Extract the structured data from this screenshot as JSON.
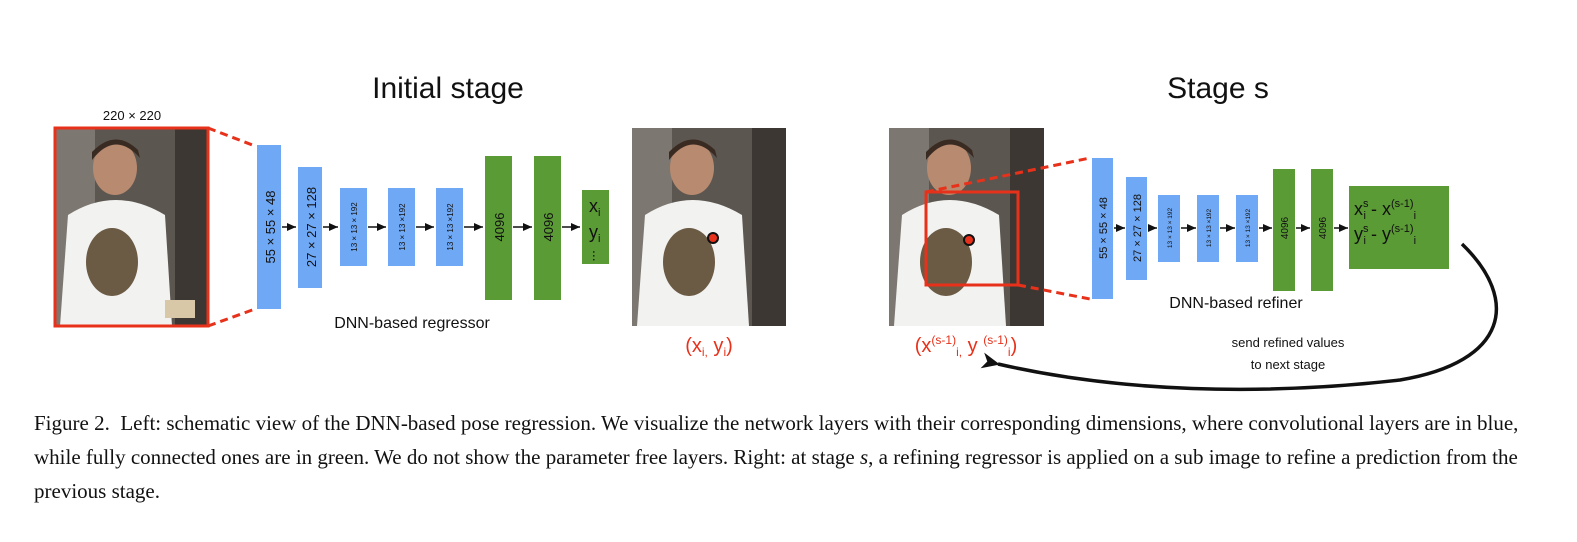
{
  "left": {
    "title": "Initial stage",
    "input_size": "220 × 220",
    "layers": [
      "55 × 55 × 48",
      "27 × 27 × 128",
      "13 × 13 × 192",
      "13 × 13 ×192",
      "13 × 13 ×192",
      "4096",
      "4096"
    ],
    "output_x": "x",
    "output_x_sub": "i",
    "output_y": "y",
    "output_y_sub": "i",
    "output_more": "...",
    "network_label": "DNN-based regressor",
    "prediction_label": "(x",
    "prediction_label_sub": "i,",
    "prediction_label_y": " y",
    "prediction_label_y_sub": "i",
    "prediction_label_end": ")"
  },
  "right": {
    "title": "Stage s",
    "layers": [
      "55 × 55 × 48",
      "27 × 27 × 128",
      "13 × 13 × 192",
      "13 × 13 ×192",
      "13 × 13 ×192",
      "4096",
      "4096"
    ],
    "network_label": "DNN-based refiner",
    "out_line1_a": "x",
    "out_line1_sup": "s",
    "out_line1_sub": "i",
    "out_line1_b": " - x",
    "out_line1_sup2": "(s-1)",
    "out_line1_sub2": "i",
    "out_line2_a": "y",
    "out_line2_sup": "s",
    "out_line2_sub": "i",
    "out_line2_b": " - y",
    "out_line2_sup2": "(s-1)",
    "out_line2_sub2": "i",
    "prev_label_a": "(x",
    "prev_label_sup": "(s-1)",
    "prev_label_sub": "i,",
    "prev_label_b": " y ",
    "prev_label_sup2": "(s-1)",
    "prev_label_sub2": "i",
    "prev_label_end": ")",
    "feedback_line1": "send refined values",
    "feedback_line2": "to next stage"
  },
  "caption": {
    "prefix": "Figure 2.  Left: schematic view of the DNN-based pose regression. We visualize the network layers with their corresponding dimensions, where convolutional layers are in blue, while fully connected ones are in green. We do not show the parameter free layers. Right: at stage ",
    "var": "s",
    "suffix": ", a refining regressor is applied on a sub image to refine a prediction from the previous stage."
  },
  "colors": {
    "conv": "#6fa8f5",
    "fc": "#5b9b35",
    "highlight": "#e8311a",
    "photo_bg": "#5c5650"
  }
}
